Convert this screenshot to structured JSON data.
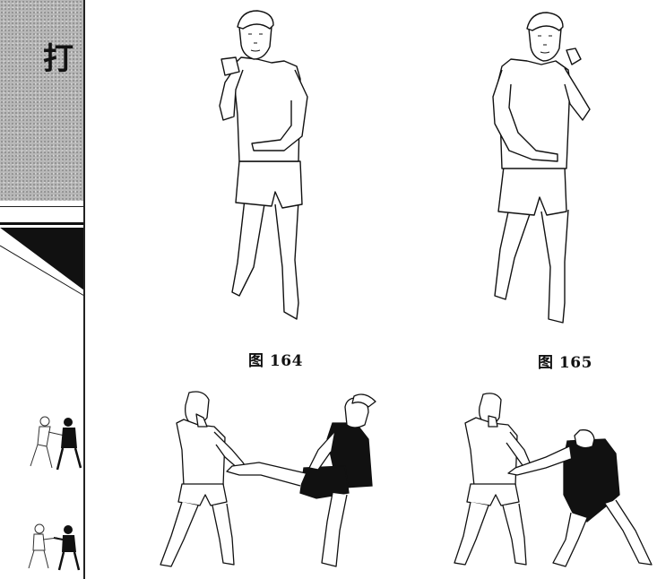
{
  "chapter_char": "打",
  "captions": {
    "fig164": "图 164",
    "fig165": "图 165"
  },
  "colors": {
    "ink": "#111111",
    "margin_gray": "#b7b7b7"
  }
}
